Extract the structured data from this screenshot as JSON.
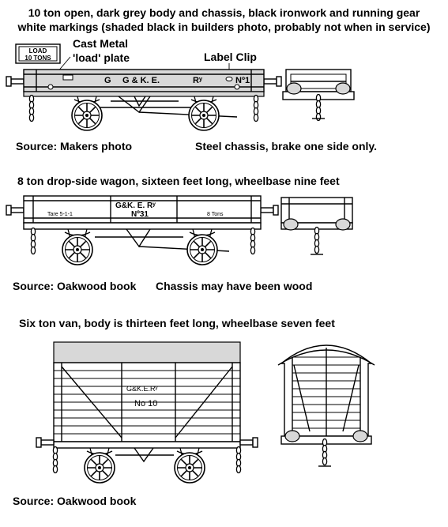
{
  "header": {
    "line1": "10 ton open, dark grey body and chassis, black ironwork and running gear",
    "line2": "white markings (shaded black in builders photo, probably not when in service)"
  },
  "wagon1": {
    "plate_line1": "LOAD",
    "plate_line2": "10 TONS",
    "callout_plate_line1": "Cast Metal",
    "callout_plate_line2": "'load' plate",
    "callout_clip": "Label Clip",
    "markings": [
      "G",
      "G & K. E.",
      "Rʸ",
      "Nº1"
    ],
    "source": "Source: Makers photo",
    "note": "Steel chassis, brake one side only."
  },
  "wagon2": {
    "title": "8 ton drop-side wagon, sixteen feet long, wheelbase nine feet",
    "marking_top": "G&K. E. Rʸ",
    "marking_tare": "Tare 5-1-1",
    "marking_no": "Nº31",
    "marking_tons": "8 Tons",
    "source": "Source: Oakwood book",
    "note": "Chassis may have been wood"
  },
  "wagon3": {
    "title": "Six ton van, body is thirteen feet long, wheelbase seven feet",
    "marking_top": "G&K.E.Rʸ",
    "marking_no": "No 10",
    "source": "Source: Oakwood book"
  }
}
